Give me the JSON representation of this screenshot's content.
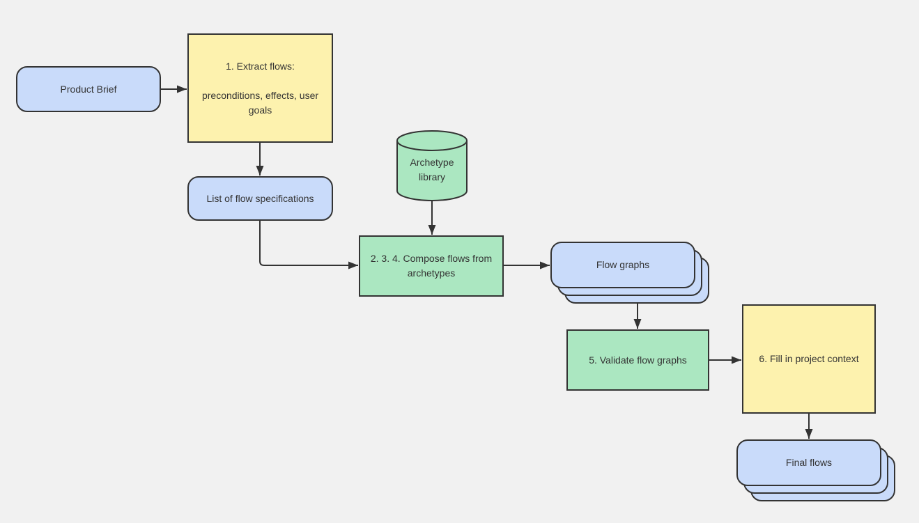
{
  "diagram": {
    "background": "#f1f1f1",
    "stroke_color": "#333333",
    "text_color": "#333333",
    "palette": {
      "blue": "#c9dbfa",
      "green": "#abe7c1",
      "yellow": "#fdf2ae"
    },
    "nodes": {
      "product_brief": {
        "label": "Product Brief",
        "shape": "rounded-rectangle",
        "color": "blue"
      },
      "extract_flows": {
        "title": "1. Extract flows:",
        "detail": "preconditions, effects, user goals",
        "shape": "rectangle",
        "color": "yellow"
      },
      "flow_specs": {
        "label": "List of flow specifications",
        "shape": "rounded-rectangle",
        "color": "blue"
      },
      "archetype_library": {
        "label": "Archetype library",
        "shape": "cylinder",
        "color": "green"
      },
      "compose_flows": {
        "label": "2. 3. 4. Compose flows from archetypes",
        "shape": "rectangle",
        "color": "green"
      },
      "flow_graphs": {
        "label": "Flow graphs",
        "shape": "stacked-rounded-rectangle",
        "color": "blue"
      },
      "validate_flow_graphs": {
        "label": "5. Validate flow graphs",
        "shape": "rectangle",
        "color": "green"
      },
      "fill_project_context": {
        "label": "6. Fill in project context",
        "shape": "rectangle",
        "color": "yellow"
      },
      "final_flows": {
        "label": "Final flows",
        "shape": "stacked-rounded-rectangle",
        "color": "blue"
      }
    },
    "edges": [
      {
        "from": "product_brief",
        "to": "extract_flows"
      },
      {
        "from": "extract_flows",
        "to": "flow_specs"
      },
      {
        "from": "flow_specs",
        "to": "compose_flows"
      },
      {
        "from": "archetype_library",
        "to": "compose_flows"
      },
      {
        "from": "compose_flows",
        "to": "flow_graphs"
      },
      {
        "from": "flow_graphs",
        "to": "validate_flow_graphs"
      },
      {
        "from": "validate_flow_graphs",
        "to": "fill_project_context"
      },
      {
        "from": "fill_project_context",
        "to": "final_flows"
      }
    ]
  }
}
